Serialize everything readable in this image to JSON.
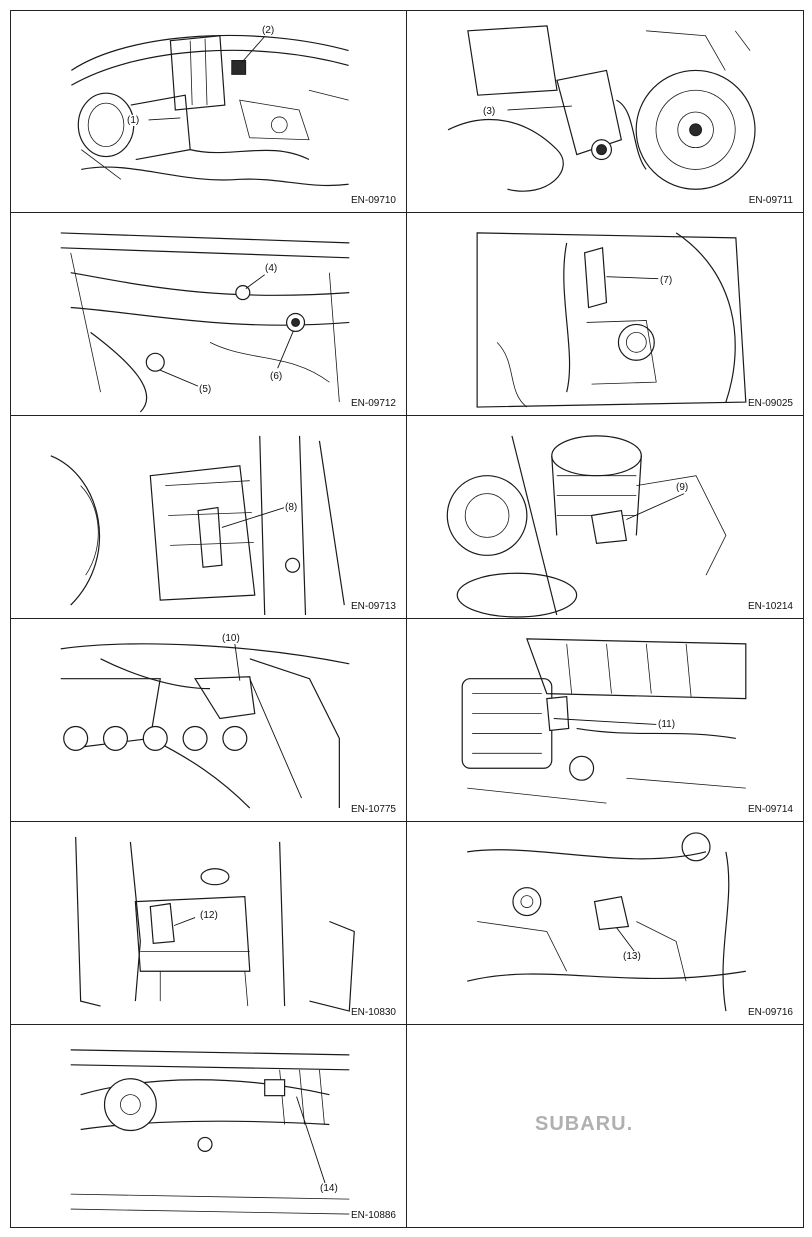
{
  "cells": [
    {
      "code": "EN-09710",
      "labels": [
        "(2)",
        "(1)"
      ]
    },
    {
      "code": "EN-09711",
      "labels": [
        "(3)"
      ]
    },
    {
      "code": "EN-09712",
      "labels": [
        "(4)",
        "(5)",
        "(6)"
      ]
    },
    {
      "code": "EN-09025",
      "labels": [
        "(7)"
      ]
    },
    {
      "code": "EN-09713",
      "labels": [
        "(8)"
      ]
    },
    {
      "code": "EN-10214",
      "labels": [
        "(9)"
      ]
    },
    {
      "code": "EN-10775",
      "labels": [
        "(10)"
      ]
    },
    {
      "code": "EN-09714",
      "labels": [
        "(11)"
      ]
    },
    {
      "code": "EN-10830",
      "labels": [
        "(12)"
      ]
    },
    {
      "code": "EN-09716",
      "labels": [
        "(13)"
      ]
    },
    {
      "code": "EN-10886",
      "labels": [
        "(14)"
      ]
    }
  ],
  "logo": {
    "text": "SUBARU",
    "dot": "."
  }
}
